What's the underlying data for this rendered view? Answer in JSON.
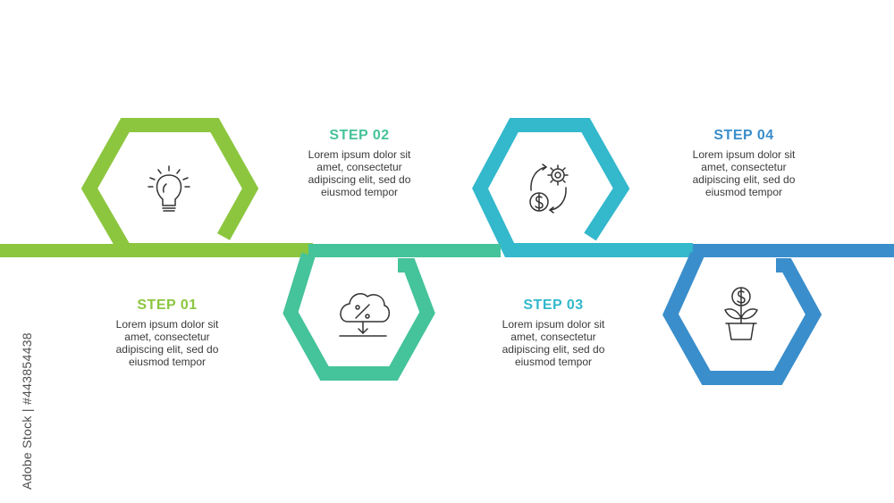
{
  "steps": [
    {
      "title": "STEP  01",
      "lines": [
        "Lorem ipsum dolor sit",
        "amet, consectetur",
        "adipiscing elit, sed do",
        "eiusmod tempor"
      ],
      "icon": "lightbulb-icon",
      "color": "#8cc63f"
    },
    {
      "title": "STEP  02",
      "lines": [
        "Lorem ipsum dolor sit",
        "amet, consectetur",
        "adipiscing elit, sed do",
        "eiusmod tempor"
      ],
      "icon": "cloud-download-percent-icon",
      "color": "#45c39a"
    },
    {
      "title": "STEP  03",
      "lines": [
        "Lorem ipsum dolor sit",
        "amet, consectetur",
        "adipiscing elit, sed do",
        "eiusmod tempor"
      ],
      "icon": "money-gear-cycle-icon",
      "color": "#33b8cc"
    },
    {
      "title": "STEP  04",
      "lines": [
        "Lorem ipsum dolor sit",
        "amet, consectetur",
        "adipiscing elit, sed do",
        "eiusmod tempor"
      ],
      "icon": "money-plant-icon",
      "color": "#3a8ecb"
    }
  ],
  "colors": {
    "green": "#8cc63f",
    "teal": "#45c39a",
    "cyan": "#33b8cc",
    "blue": "#3a8ecb",
    "icon_stroke": "#333333",
    "text": "#3a3a3a"
  },
  "watermark": "Adobe Stock | #443854438"
}
